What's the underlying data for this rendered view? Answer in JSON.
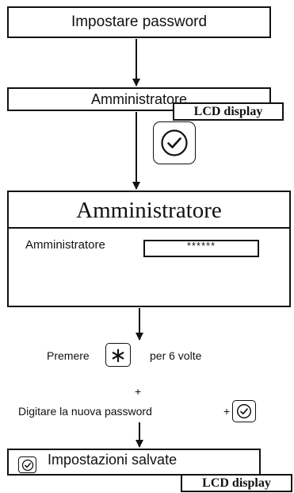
{
  "steps": {
    "set_password": "Impostare password",
    "administrator": "Amministratore"
  },
  "lcd1": {
    "title": "Amministratore",
    "field_label": "Amministratore",
    "password_mask": "******",
    "tag": "LCD display"
  },
  "instructions": {
    "press_prefix": "Premere",
    "star_key": "∗",
    "press_suffix": "per 6 volte",
    "plus": "+",
    "type_prefix": "Digitare la nuova password",
    "type_plus": "+"
  },
  "lcd2": {
    "message": "Impostazioni salvate",
    "tag": "LCD display"
  },
  "icons": {
    "confirm": "check-circle-icon"
  }
}
